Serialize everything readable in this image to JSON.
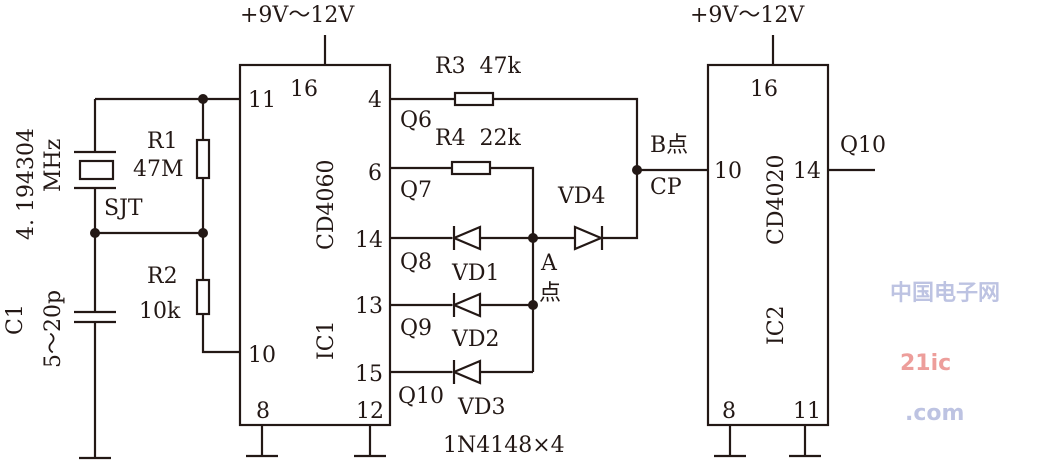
{
  "supply": {
    "ic1": "+9V～12V",
    "ic2": "+9V～12V"
  },
  "crystal": {
    "freq": "4. 194304",
    "unit": "MHz",
    "name": "SJT"
  },
  "c1": {
    "name": "C1",
    "value": "5～20p"
  },
  "r1": {
    "name": "R1",
    "value": "47M"
  },
  "r2": {
    "name": "R2",
    "value": "10k"
  },
  "r3": {
    "label": "R3  47k"
  },
  "r4": {
    "label": "R4  22k"
  },
  "ic1": {
    "name": "IC1",
    "part": "CD4060",
    "pins": {
      "p11": "11",
      "p16": "16",
      "p4": "4",
      "p6": "6",
      "p14": "14",
      "p13": "13",
      "p15": "15",
      "p10": "10",
      "p8": "8",
      "p12": "12"
    }
  },
  "outputs": {
    "q6": "Q6",
    "q7": "Q7",
    "q8": "Q8",
    "q9": "Q9",
    "q10": "Q10"
  },
  "diodes": {
    "vd1": "VD1",
    "vd2": "VD2",
    "vd3": "VD3",
    "vd4": "VD4",
    "part": "1N4148×4"
  },
  "nodes": {
    "a": "A",
    "a_suffix": "点",
    "b": "B点",
    "cp": "CP"
  },
  "ic2": {
    "name": "IC2",
    "part": "CD4020",
    "pins": {
      "p16": "16",
      "p10": "10",
      "p14": "14",
      "p8": "8",
      "p11": "11"
    },
    "out": "Q10"
  },
  "watermark": {
    "cn": "中国电子网",
    "site": "21ic",
    "domain": ".com"
  }
}
